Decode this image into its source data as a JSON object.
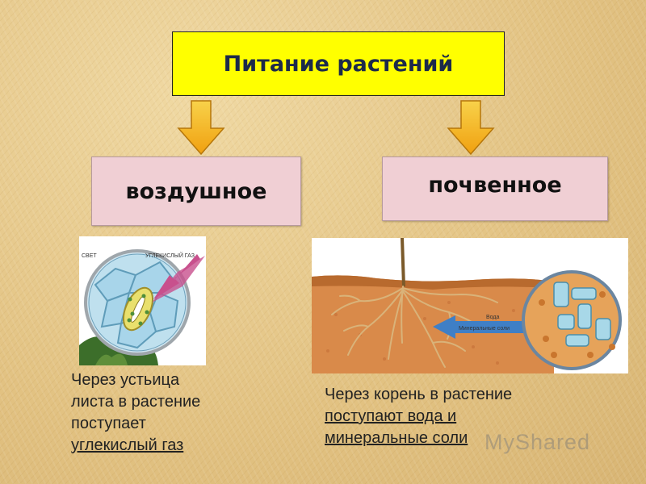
{
  "title": "Питание растений",
  "categories": {
    "air": "воздушное",
    "soil": "почвенное"
  },
  "figures": {
    "leaf": {
      "label_light": "СВЕТ",
      "label_co2": "УГЛЕКИСЛЫЙ ГАЗ"
    },
    "root": {
      "label_water": "Вода",
      "label_minerals": "Минеральные соли"
    }
  },
  "captions": {
    "air": {
      "line1": "Через устьица",
      "line2": "листа в растение",
      "line3": "поступает",
      "line4": "углекислый газ"
    },
    "soil": {
      "line1": "Через корень в растение",
      "line2": "поступают вода и",
      "line3": "минеральные соли"
    }
  },
  "watermark": "MyShared",
  "colors": {
    "title_bg": "#ffff00",
    "category_bg": "#f0cfd4",
    "arrow_fill": "#f6b81c"
  }
}
